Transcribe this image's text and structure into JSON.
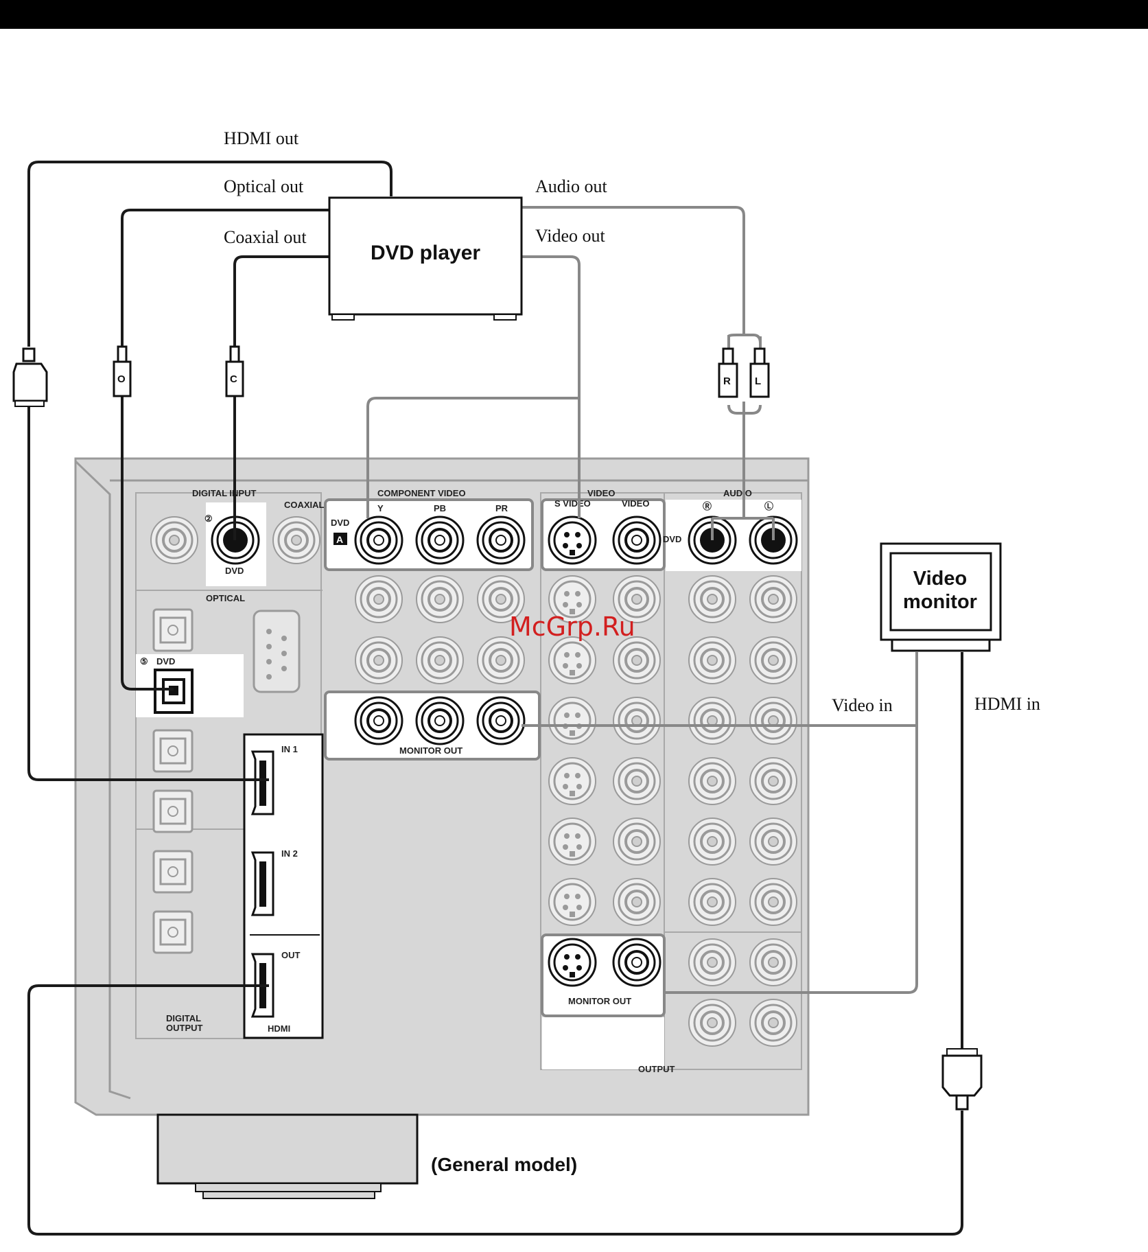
{
  "labels": {
    "hdmi_out": "HDMI out",
    "optical_out": "Optical out",
    "coaxial_out": "Coaxial out",
    "audio_out": "Audio out",
    "video_out": "Video out",
    "video_in": "Video in",
    "hdmi_in": "HDMI in",
    "general_model": "(General model)"
  },
  "devices": {
    "dvd_player": "DVD player",
    "video_monitor_line1": "Video",
    "video_monitor_line2": "monitor"
  },
  "panel": {
    "digital_input": "DIGITAL INPUT",
    "coaxial": "COAXIAL",
    "optical": "OPTICAL",
    "dvd_coax_num": "②",
    "dvd_opt_num": "⑤",
    "dvd": "DVD",
    "component_video": "COMPONENT VIDEO",
    "y": "Y",
    "pb": "PB",
    "pr": "PR",
    "dvd_a_label": "DVD",
    "a_mark": "A",
    "video_group": "VIDEO",
    "s_video": "S VIDEO",
    "video": "VIDEO",
    "audio": "AUDIO",
    "r_mark": "Ⓡ",
    "l_mark": "Ⓛ",
    "audio_dvd": "DVD",
    "monitor_out": "MONITOR OUT",
    "monitor_out_2": "MONITOR OUT",
    "hdmi_in1": "IN 1",
    "hdmi_in2": "IN 2",
    "hdmi_out": "OUT",
    "hdmi": "HDMI",
    "digital_output_1": "DIGITAL",
    "digital_output_2": "OUTPUT",
    "output": "OUTPUT"
  },
  "plugs": {
    "optical": "O",
    "coaxial": "C",
    "right": "R",
    "left": "L"
  },
  "watermark": "McGrp.Ru",
  "colors": {
    "cable_black": "#1a1a1a",
    "cable_gray": "#888888",
    "panel_fill": "#d7d7d7",
    "watermark": "#d21f1f"
  }
}
